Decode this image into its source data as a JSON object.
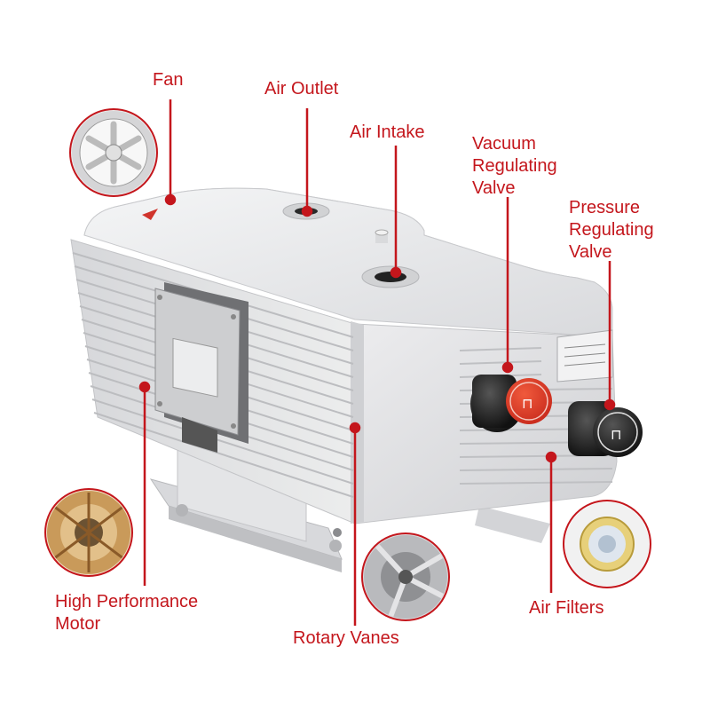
{
  "labels": {
    "fan": "Fan",
    "air_outlet": "Air Outlet",
    "air_intake": "Air Intake",
    "vacuum_valve": "Vacuum\nRegulating\nValve",
    "pressure_valve": "Pressure\nRegulating\nValve",
    "motor": "High Performance\nMotor",
    "rotary_vanes": "Rotary Vanes",
    "air_filters": "Air Filters"
  },
  "colors": {
    "accent": "#c4161c",
    "body": "#e6e7e9",
    "knob": "#1c1c1c"
  },
  "icons": [
    "fan-icon",
    "motor-stator-icon",
    "rotary-vane-icon",
    "air-filter-icon"
  ]
}
